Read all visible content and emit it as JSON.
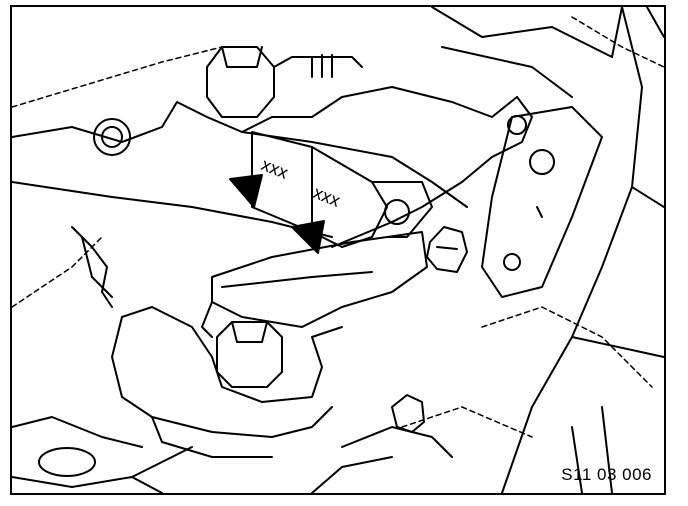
{
  "figure": {
    "code": "S11 03 006",
    "part_marks": [
      "xxx",
      "xxx"
    ],
    "icons": [
      "arrow-marker-upper",
      "arrow-marker-lower"
    ]
  }
}
